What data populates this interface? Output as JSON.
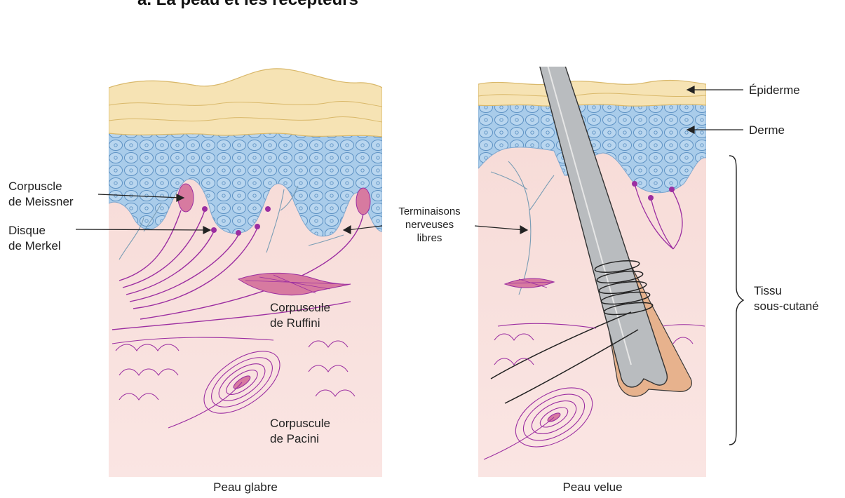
{
  "title": "a. La peau et les récepteurs",
  "panels": {
    "left_caption": "Peau glabre",
    "right_caption": "Peau velue"
  },
  "labels": {
    "meissner": [
      "Corpuscle",
      "de Meissner"
    ],
    "merkel": [
      "Disque",
      "de Merkel"
    ],
    "free_endings": [
      "Terminaisons",
      "nerveuses",
      "libres"
    ],
    "ruffini": [
      "Corpuscule",
      "de Ruffini"
    ],
    "pacini": [
      "Corpuscule",
      "de Pacini"
    ],
    "epidermis": "Épiderme",
    "dermis": "Derme",
    "hypodermis": [
      "Tissu",
      "sous-cutané"
    ]
  },
  "colors": {
    "epidermis": "#f6e3b4",
    "dermis": "#a9ccea",
    "subcutaneous": "#f7dcd8",
    "nerve": "#9c2ea1",
    "receptor": "#d77aa0",
    "hair": "#b9bcbf",
    "hair_sheath": "#e7b28d"
  }
}
